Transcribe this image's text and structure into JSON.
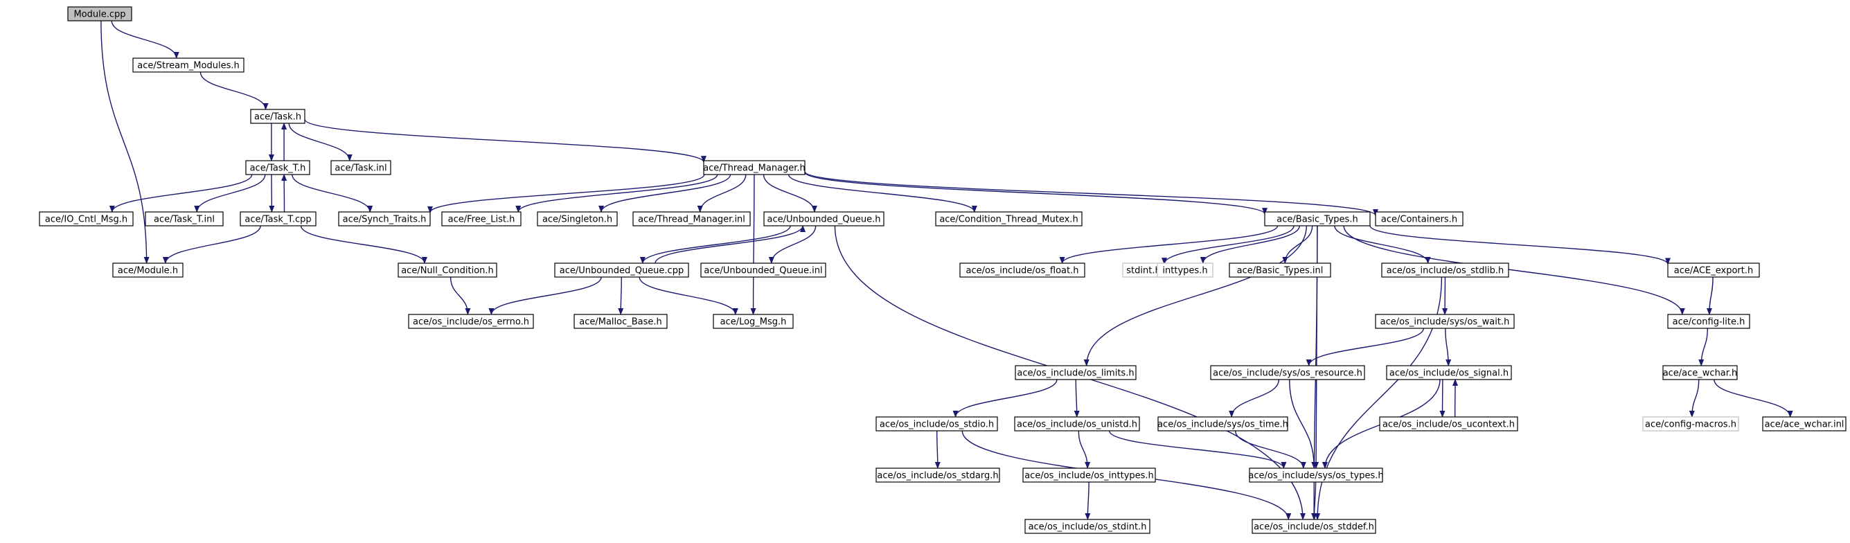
{
  "graph": {
    "nodes": [
      {
        "id": "n0",
        "label": "Module.cpp",
        "root": true
      },
      {
        "id": "n1",
        "label": "ace/Stream_Modules.h"
      },
      {
        "id": "n2",
        "label": "ace/Task.h"
      },
      {
        "id": "n3",
        "label": "ace/Task_T.h"
      },
      {
        "id": "n4",
        "label": "ace/Task.inl"
      },
      {
        "id": "n5",
        "label": "ace/Thread_Manager.h"
      },
      {
        "id": "n6",
        "label": "ace/IO_Cntl_Msg.h"
      },
      {
        "id": "n7",
        "label": "ace/Task_T.inl"
      },
      {
        "id": "n8",
        "label": "ace/Task_T.cpp"
      },
      {
        "id": "n9",
        "label": "ace/Synch_Traits.h"
      },
      {
        "id": "n10",
        "label": "ace/Free_List.h"
      },
      {
        "id": "n11",
        "label": "ace/Singleton.h"
      },
      {
        "id": "n12",
        "label": "ace/Thread_Manager.inl"
      },
      {
        "id": "n13",
        "label": "ace/Unbounded_Queue.h"
      },
      {
        "id": "n14",
        "label": "ace/Condition_Thread_Mutex.h"
      },
      {
        "id": "n15",
        "label": "ace/Basic_Types.h"
      },
      {
        "id": "n16",
        "label": "ace/Containers.h"
      },
      {
        "id": "n17",
        "label": "ace/Module.h"
      },
      {
        "id": "n18",
        "label": "ace/Null_Condition.h"
      },
      {
        "id": "n19",
        "label": "ace/Unbounded_Queue.cpp"
      },
      {
        "id": "n20",
        "label": "ace/Unbounded_Queue.inl"
      },
      {
        "id": "n21",
        "label": "ace/os_include/os_float.h"
      },
      {
        "id": "n22",
        "label": "stdint.h",
        "missing": true
      },
      {
        "id": "n23",
        "label": "inttypes.h",
        "missing": true
      },
      {
        "id": "n24",
        "label": "ace/Basic_Types.inl"
      },
      {
        "id": "n25",
        "label": "ace/os_include/os_stdlib.h"
      },
      {
        "id": "n26",
        "label": "ace/ACE_export.h"
      },
      {
        "id": "n27",
        "label": "ace/os_include/os_errno.h"
      },
      {
        "id": "n28",
        "label": "ace/Malloc_Base.h"
      },
      {
        "id": "n29",
        "label": "ace/Log_Msg.h"
      },
      {
        "id": "n30",
        "label": "ace/os_include/sys/os_wait.h"
      },
      {
        "id": "n31",
        "label": "ace/config-lite.h"
      },
      {
        "id": "n32",
        "label": "ace/os_include/os_limits.h"
      },
      {
        "id": "n33",
        "label": "ace/os_include/sys/os_resource.h"
      },
      {
        "id": "n34",
        "label": "ace/os_include/os_signal.h"
      },
      {
        "id": "n35",
        "label": "ace/ace_wchar.h"
      },
      {
        "id": "n36",
        "label": "ace/os_include/os_stdio.h"
      },
      {
        "id": "n37",
        "label": "ace/os_include/os_unistd.h"
      },
      {
        "id": "n38",
        "label": "ace/os_include/sys/os_time.h"
      },
      {
        "id": "n39",
        "label": "ace/os_include/os_ucontext.h"
      },
      {
        "id": "n40",
        "label": "ace/config-macros.h",
        "missing": true
      },
      {
        "id": "n41",
        "label": "ace/ace_wchar.inl"
      },
      {
        "id": "n42",
        "label": "ace/os_include/os_stdarg.h"
      },
      {
        "id": "n43",
        "label": "ace/os_include/os_inttypes.h"
      },
      {
        "id": "n44",
        "label": "ace/os_include/sys/os_types.h"
      },
      {
        "id": "n45",
        "label": "ace/os_include/os_stdint.h"
      },
      {
        "id": "n46",
        "label": "ace/os_include/os_stddef.h"
      }
    ],
    "edges": [
      [
        "n0",
        "n1"
      ],
      [
        "n0",
        "n17"
      ],
      [
        "n1",
        "n2"
      ],
      [
        "n2",
        "n3"
      ],
      [
        "n2",
        "n4"
      ],
      [
        "n2",
        "n5"
      ],
      [
        "n3",
        "n2"
      ],
      [
        "n3",
        "n6"
      ],
      [
        "n3",
        "n7"
      ],
      [
        "n3",
        "n8"
      ],
      [
        "n3",
        "n9"
      ],
      [
        "n8",
        "n3"
      ],
      [
        "n8",
        "n17"
      ],
      [
        "n8",
        "n18"
      ],
      [
        "n5",
        "n9"
      ],
      [
        "n5",
        "n10"
      ],
      [
        "n5",
        "n11"
      ],
      [
        "n5",
        "n12"
      ],
      [
        "n5",
        "n13"
      ],
      [
        "n5",
        "n14"
      ],
      [
        "n5",
        "n15"
      ],
      [
        "n5",
        "n16"
      ],
      [
        "n5",
        "n29"
      ],
      [
        "n13",
        "n19"
      ],
      [
        "n13",
        "n20"
      ],
      [
        "n13",
        "n46"
      ],
      [
        "n19",
        "n13"
      ],
      [
        "n19",
        "n27"
      ],
      [
        "n19",
        "n28"
      ],
      [
        "n19",
        "n29"
      ],
      [
        "n18",
        "n27"
      ],
      [
        "n15",
        "n21"
      ],
      [
        "n15",
        "n22"
      ],
      [
        "n15",
        "n23"
      ],
      [
        "n15",
        "n24"
      ],
      [
        "n15",
        "n25"
      ],
      [
        "n15",
        "n26"
      ],
      [
        "n15",
        "n31"
      ],
      [
        "n15",
        "n32"
      ],
      [
        "n15",
        "n44"
      ],
      [
        "n15",
        "n46"
      ],
      [
        "n25",
        "n30"
      ],
      [
        "n25",
        "n46"
      ],
      [
        "n30",
        "n33"
      ],
      [
        "n30",
        "n34"
      ],
      [
        "n33",
        "n38"
      ],
      [
        "n33",
        "n44"
      ],
      [
        "n34",
        "n39"
      ],
      [
        "n34",
        "n44"
      ],
      [
        "n39",
        "n34"
      ],
      [
        "n38",
        "n44"
      ],
      [
        "n32",
        "n36"
      ],
      [
        "n32",
        "n37"
      ],
      [
        "n36",
        "n42"
      ],
      [
        "n36",
        "n46"
      ],
      [
        "n37",
        "n43"
      ],
      [
        "n37",
        "n44"
      ],
      [
        "n43",
        "n45"
      ],
      [
        "n44",
        "n46"
      ],
      [
        "n26",
        "n31"
      ],
      [
        "n31",
        "n35"
      ],
      [
        "n35",
        "n40"
      ],
      [
        "n35",
        "n41"
      ]
    ]
  }
}
